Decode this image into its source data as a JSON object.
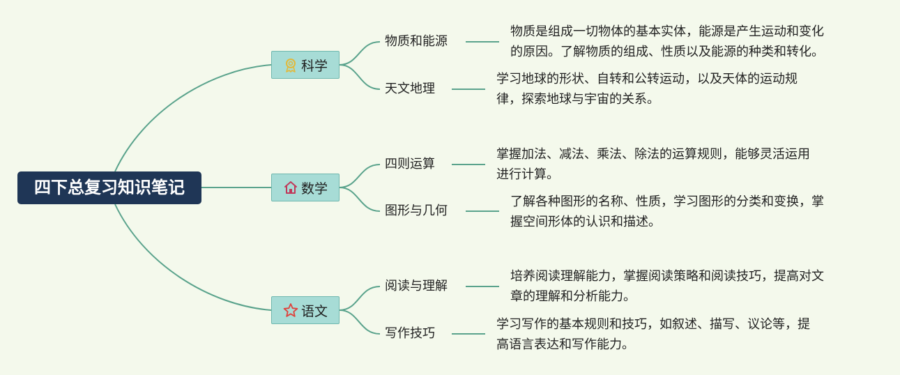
{
  "root": {
    "title": "四下总复习知识笔记"
  },
  "categories": [
    {
      "label": "科学",
      "icon": "medal-icon",
      "icon_color": "#e2b93b",
      "items": [
        {
          "topic": "物质和能源",
          "desc_line1": "物质是组成一切物体的基本实体，能源是产生运动和变化",
          "desc_line2": "的原因。了解物质的组成、性质以及能源的种类和转化。"
        },
        {
          "topic": "天文地理",
          "desc_line1": "学习地球的形状、自转和公转运动，以及天体的运动规",
          "desc_line2": "律，探索地球与宇宙的关系。"
        }
      ]
    },
    {
      "label": "数学",
      "icon": "home-icon",
      "icon_color": "#c0395a",
      "items": [
        {
          "topic": "四则运算",
          "desc_line1": "掌握加法、减法、乘法、除法的运算规则，能够灵活运用",
          "desc_line2": "进行计算。"
        },
        {
          "topic": "图形与几何",
          "desc_line1": "了解各种图形的名称、性质，学习图形的分类和变换，掌",
          "desc_line2": "握空间形体的认识和描述。"
        }
      ]
    },
    {
      "label": "语文",
      "icon": "star-icon",
      "icon_color": "#e0403a",
      "items": [
        {
          "topic": "阅读与理解",
          "desc_line1": "培养阅读理解能力，掌握阅读策略和阅读技巧，提高对文",
          "desc_line2": "章的理解和分析能力。"
        },
        {
          "topic": "写作技巧",
          "desc_line1": "学习写作的基本规则和技巧，如叙述、描写、议论等，提",
          "desc_line2": "高语言表达和写作能力。"
        }
      ]
    }
  ],
  "colors": {
    "background": "#f4f9ec",
    "line": "#5aa38c",
    "root_fill": "#1f3656",
    "category_fill": "#a7dcd6"
  }
}
